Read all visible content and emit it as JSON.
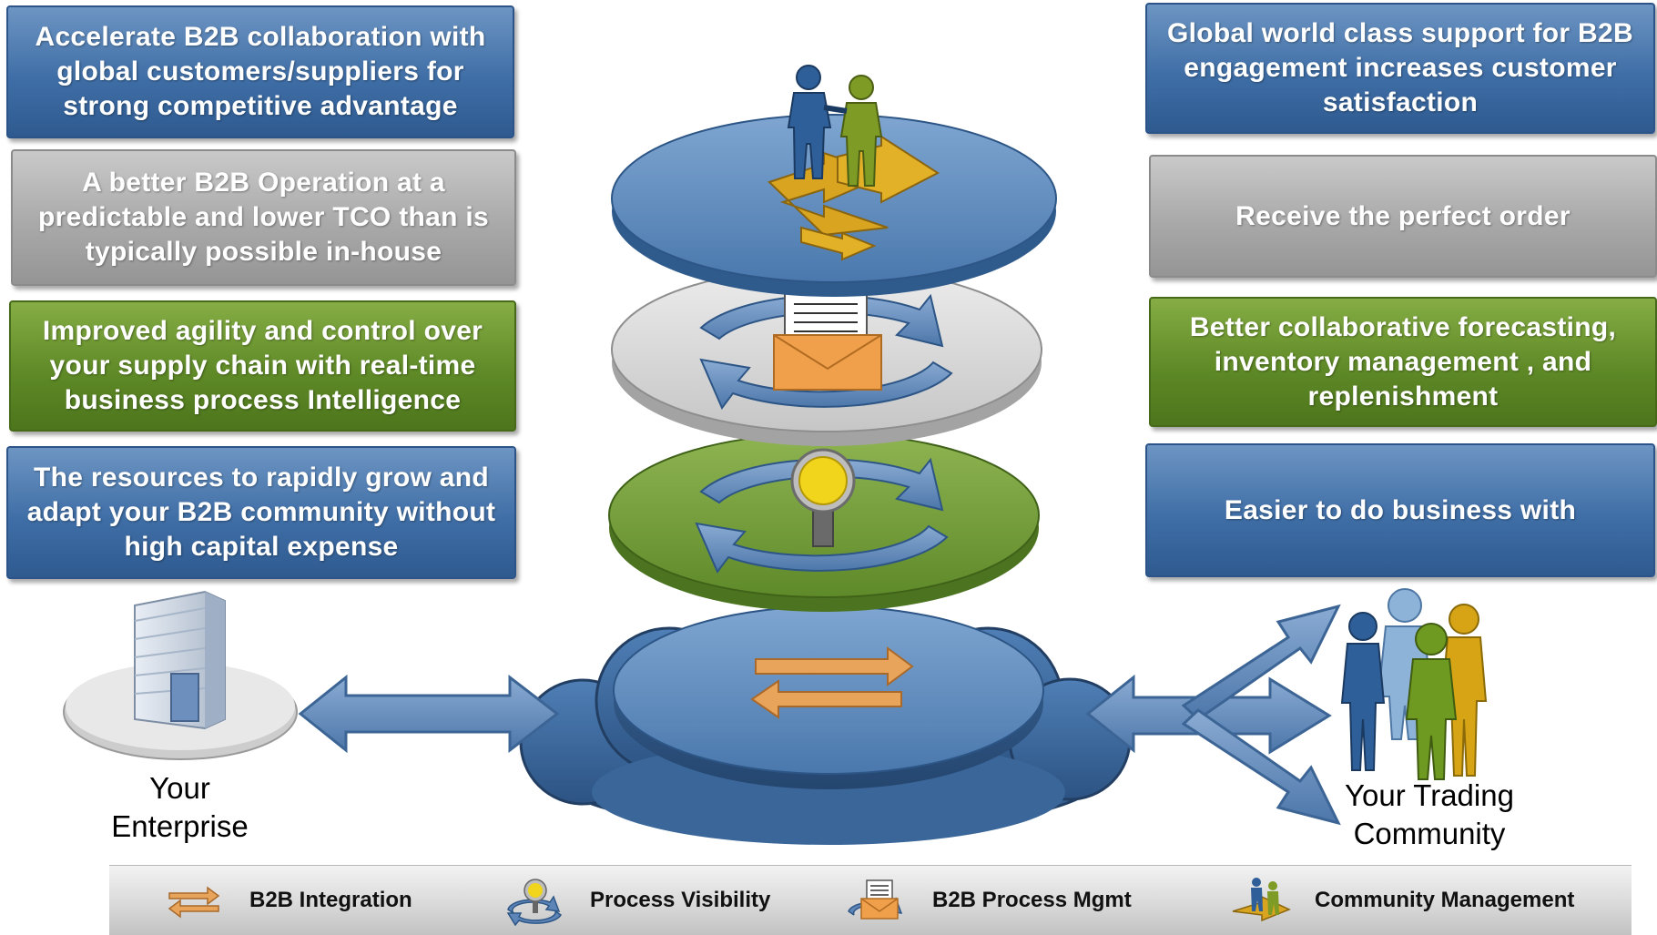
{
  "left_boxes": [
    "Accelerate B2B collaboration with global customers/suppliers for strong competitive advantage",
    "A better B2B Operation at a predictable and lower TCO than is typically possible in-house",
    "Improved agility and control over your supply chain with real-time business process Intelligence",
    "The resources to rapidly grow and adapt your B2B community without high capital expense"
  ],
  "right_boxes": [
    "Global world class support for B2B engagement increases customer satisfaction",
    "Receive the perfect order",
    "Better collaborative forecasting, inventory management , and replenishment",
    "Easier to do business with"
  ],
  "left_label": {
    "line1": "Your",
    "line2": "Enterprise"
  },
  "right_label": {
    "line1": "Your Trading",
    "line2": "Community"
  },
  "legend": [
    {
      "label": "B2B Integration",
      "icon": "double-arrow-icon"
    },
    {
      "label": "Process Visibility",
      "icon": "magnifier-cycle-icon"
    },
    {
      "label": "B2B Process Mgmt",
      "icon": "envelope-document-icon"
    },
    {
      "label": "Community Management",
      "icon": "handshake-people-icon"
    }
  ],
  "colors": {
    "blue": "#3f6ea6",
    "gray": "#a9a9a9",
    "green": "#5f8a27",
    "orange": "#e6a050",
    "gold": "#d4a017"
  }
}
